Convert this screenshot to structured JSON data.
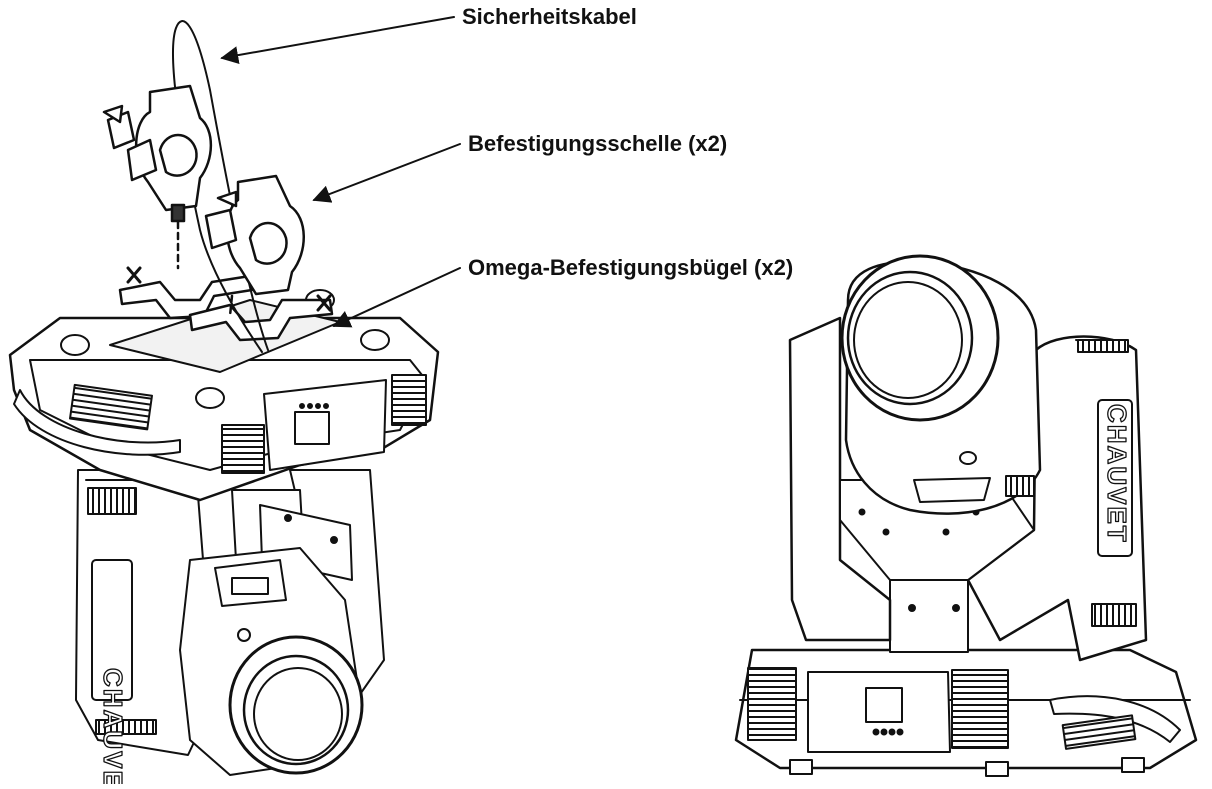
{
  "labels": {
    "safety_cable": "Sicherheitskabel",
    "clamp": "Befestigungsschelle (x2)",
    "omega_bracket": "Omega-Befestigungsbügel (x2)"
  },
  "brand": "CHAUVET",
  "colors": {
    "line": "#111111",
    "fill": "#ffffff",
    "shade": "#e8e8e8"
  }
}
